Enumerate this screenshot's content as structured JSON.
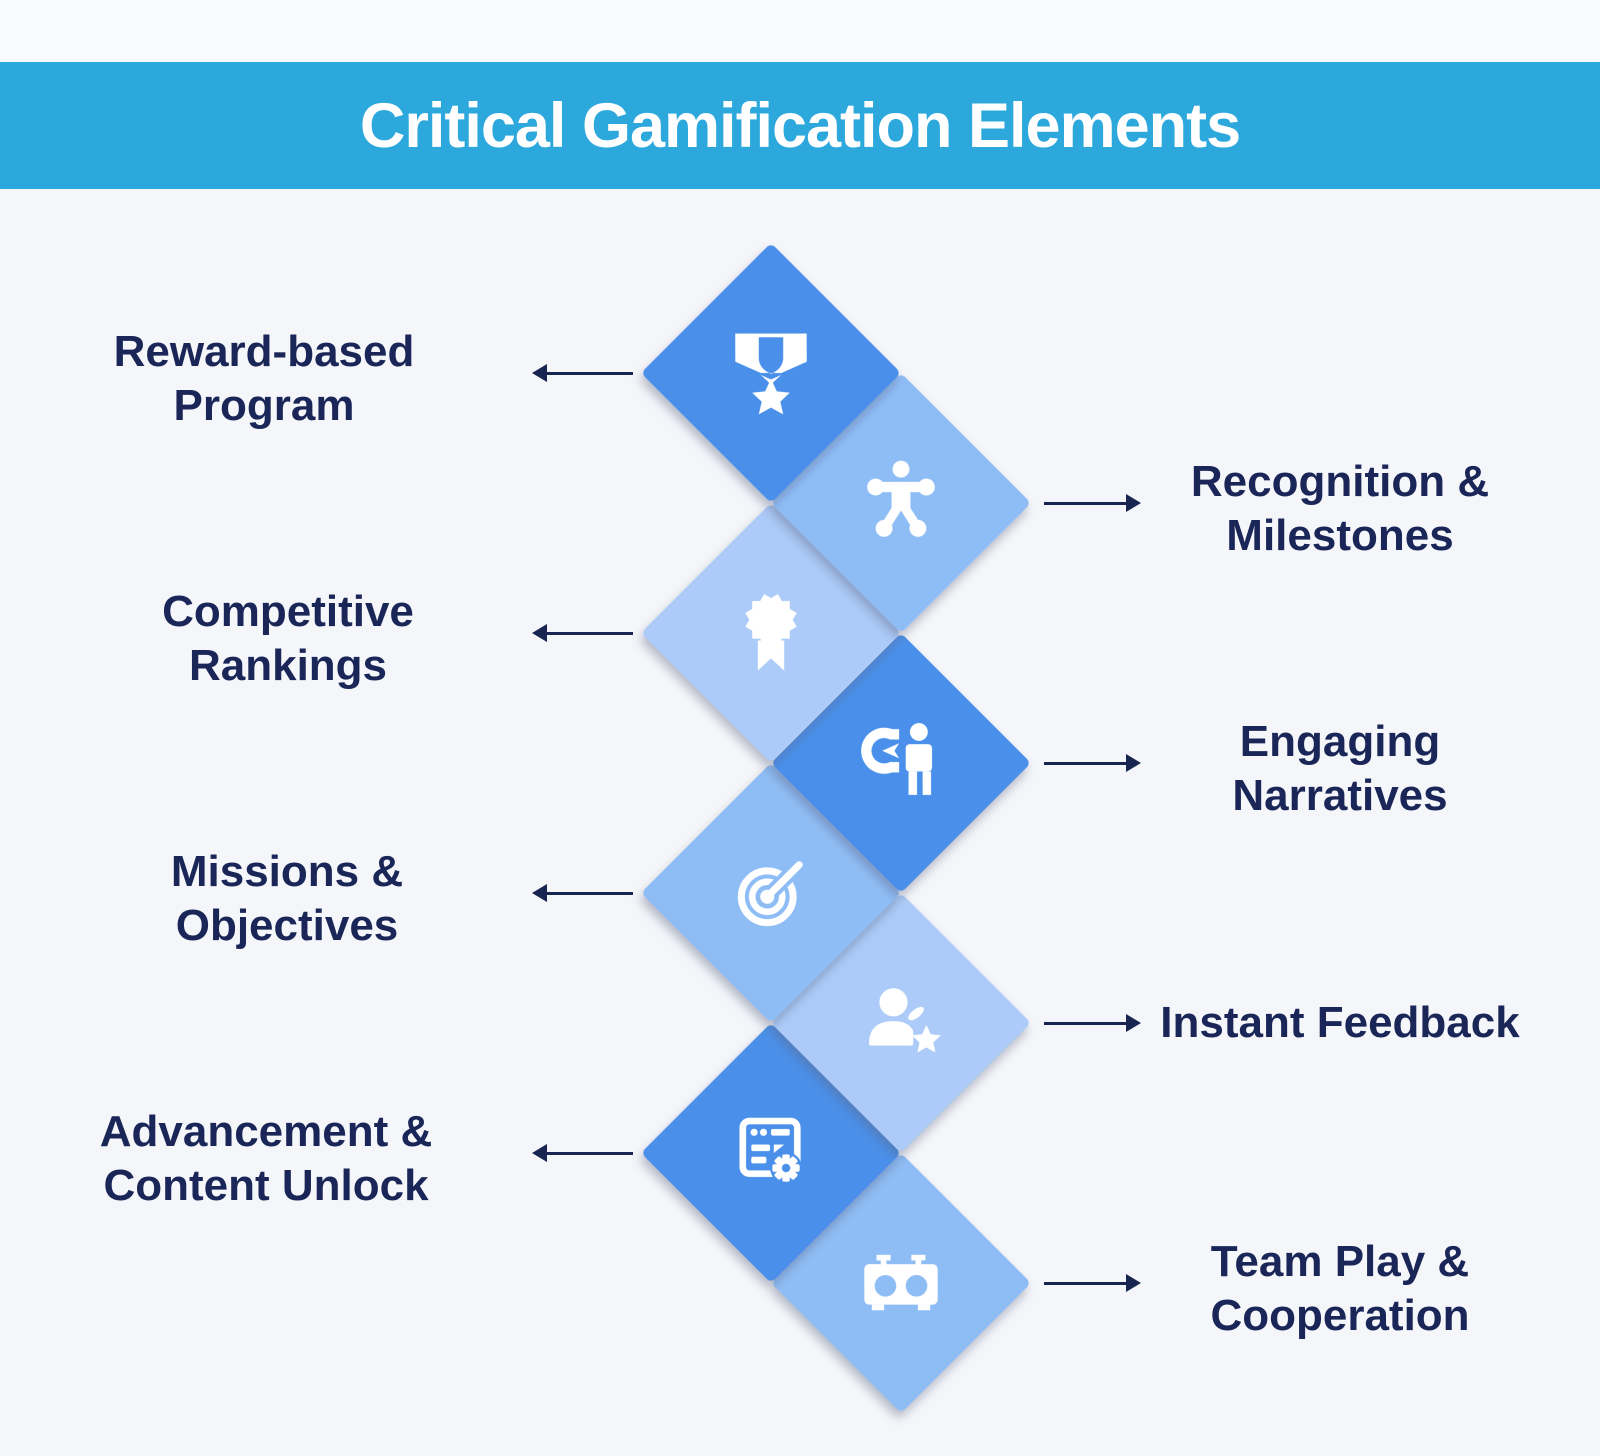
{
  "header": {
    "title": "Critical Gamification Elements"
  },
  "colors": {
    "header_bg": "#2da8dd",
    "title_text": "#ffffff",
    "background": "#f5f6fa",
    "top_strip": "#fafbfe",
    "label_text": "#1a2657",
    "arrow": "#182550",
    "icon": "#ffffff",
    "diamond_dark": "#4a90ea",
    "diamond_medium": "#8ebdf5",
    "diamond_light": "#accbf8"
  },
  "elements": [
    {
      "label": "Reward-based Program",
      "label_lines": [
        "Reward-based",
        "Program"
      ],
      "side": "left",
      "tone": "dark",
      "icon": "medal-icon"
    },
    {
      "label": "Recognition & Milestones",
      "label_lines": [
        "Recognition &",
        "Milestones"
      ],
      "side": "right",
      "tone": "medium",
      "icon": "person-arms-out-icon"
    },
    {
      "label": "Competitive Rankings",
      "label_lines": [
        "Competitive",
        "Rankings"
      ],
      "side": "left",
      "tone": "light",
      "icon": "rosette-icon"
    },
    {
      "label": "Engaging Narratives",
      "label_lines": [
        "Engaging",
        "Narratives"
      ],
      "side": "right",
      "tone": "dark",
      "icon": "magnet-person-icon"
    },
    {
      "label": "Missions & Objectives",
      "label_lines": [
        "Missions &",
        "Objectives"
      ],
      "side": "left",
      "tone": "medium",
      "icon": "target-icon"
    },
    {
      "label": "Instant Feedback",
      "label_lines": [
        "Instant Feedback"
      ],
      "side": "right",
      "tone": "light",
      "icon": "person-star-icon"
    },
    {
      "label": "Advancement & Content Unlock",
      "label_lines": [
        "Advancement &",
        "Content Unlock"
      ],
      "side": "left",
      "tone": "dark",
      "icon": "window-settings-icon"
    },
    {
      "label": "Team Play & Cooperation",
      "label_lines": [
        "Team Play &",
        "Cooperation"
      ],
      "side": "right",
      "tone": "medium",
      "icon": "game-clock-icon"
    }
  ]
}
